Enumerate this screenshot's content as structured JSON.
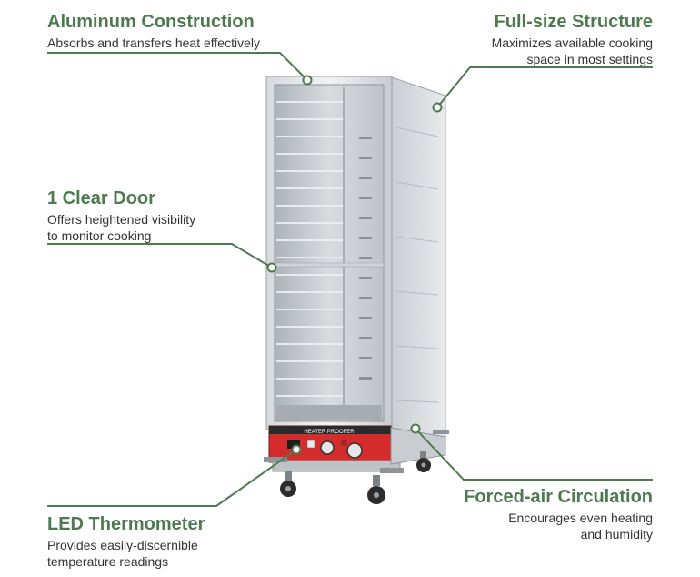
{
  "features": {
    "aluminum": {
      "title": "Aluminum Construction",
      "desc": [
        "Absorbs and transfers heat effectively"
      ]
    },
    "fullsize": {
      "title": "Full-size Structure",
      "desc": [
        "Maximizes available cooking",
        "space in most settings"
      ]
    },
    "door": {
      "title": "1 Clear Door",
      "desc": [
        "Offers heightened visibility",
        "to monitor cooking"
      ]
    },
    "airflow": {
      "title": "Forced-air Circulation",
      "desc": [
        "Encourages even heating",
        "and humidity"
      ]
    },
    "led": {
      "title": "LED Thermometer",
      "desc": [
        "Provides easily-discernible",
        "temperature readings"
      ]
    }
  },
  "product": {
    "panel_label": "HEATER PROOFER"
  },
  "colors": {
    "accent": "#4e7a4f",
    "panel_red": "#d42c2c"
  }
}
